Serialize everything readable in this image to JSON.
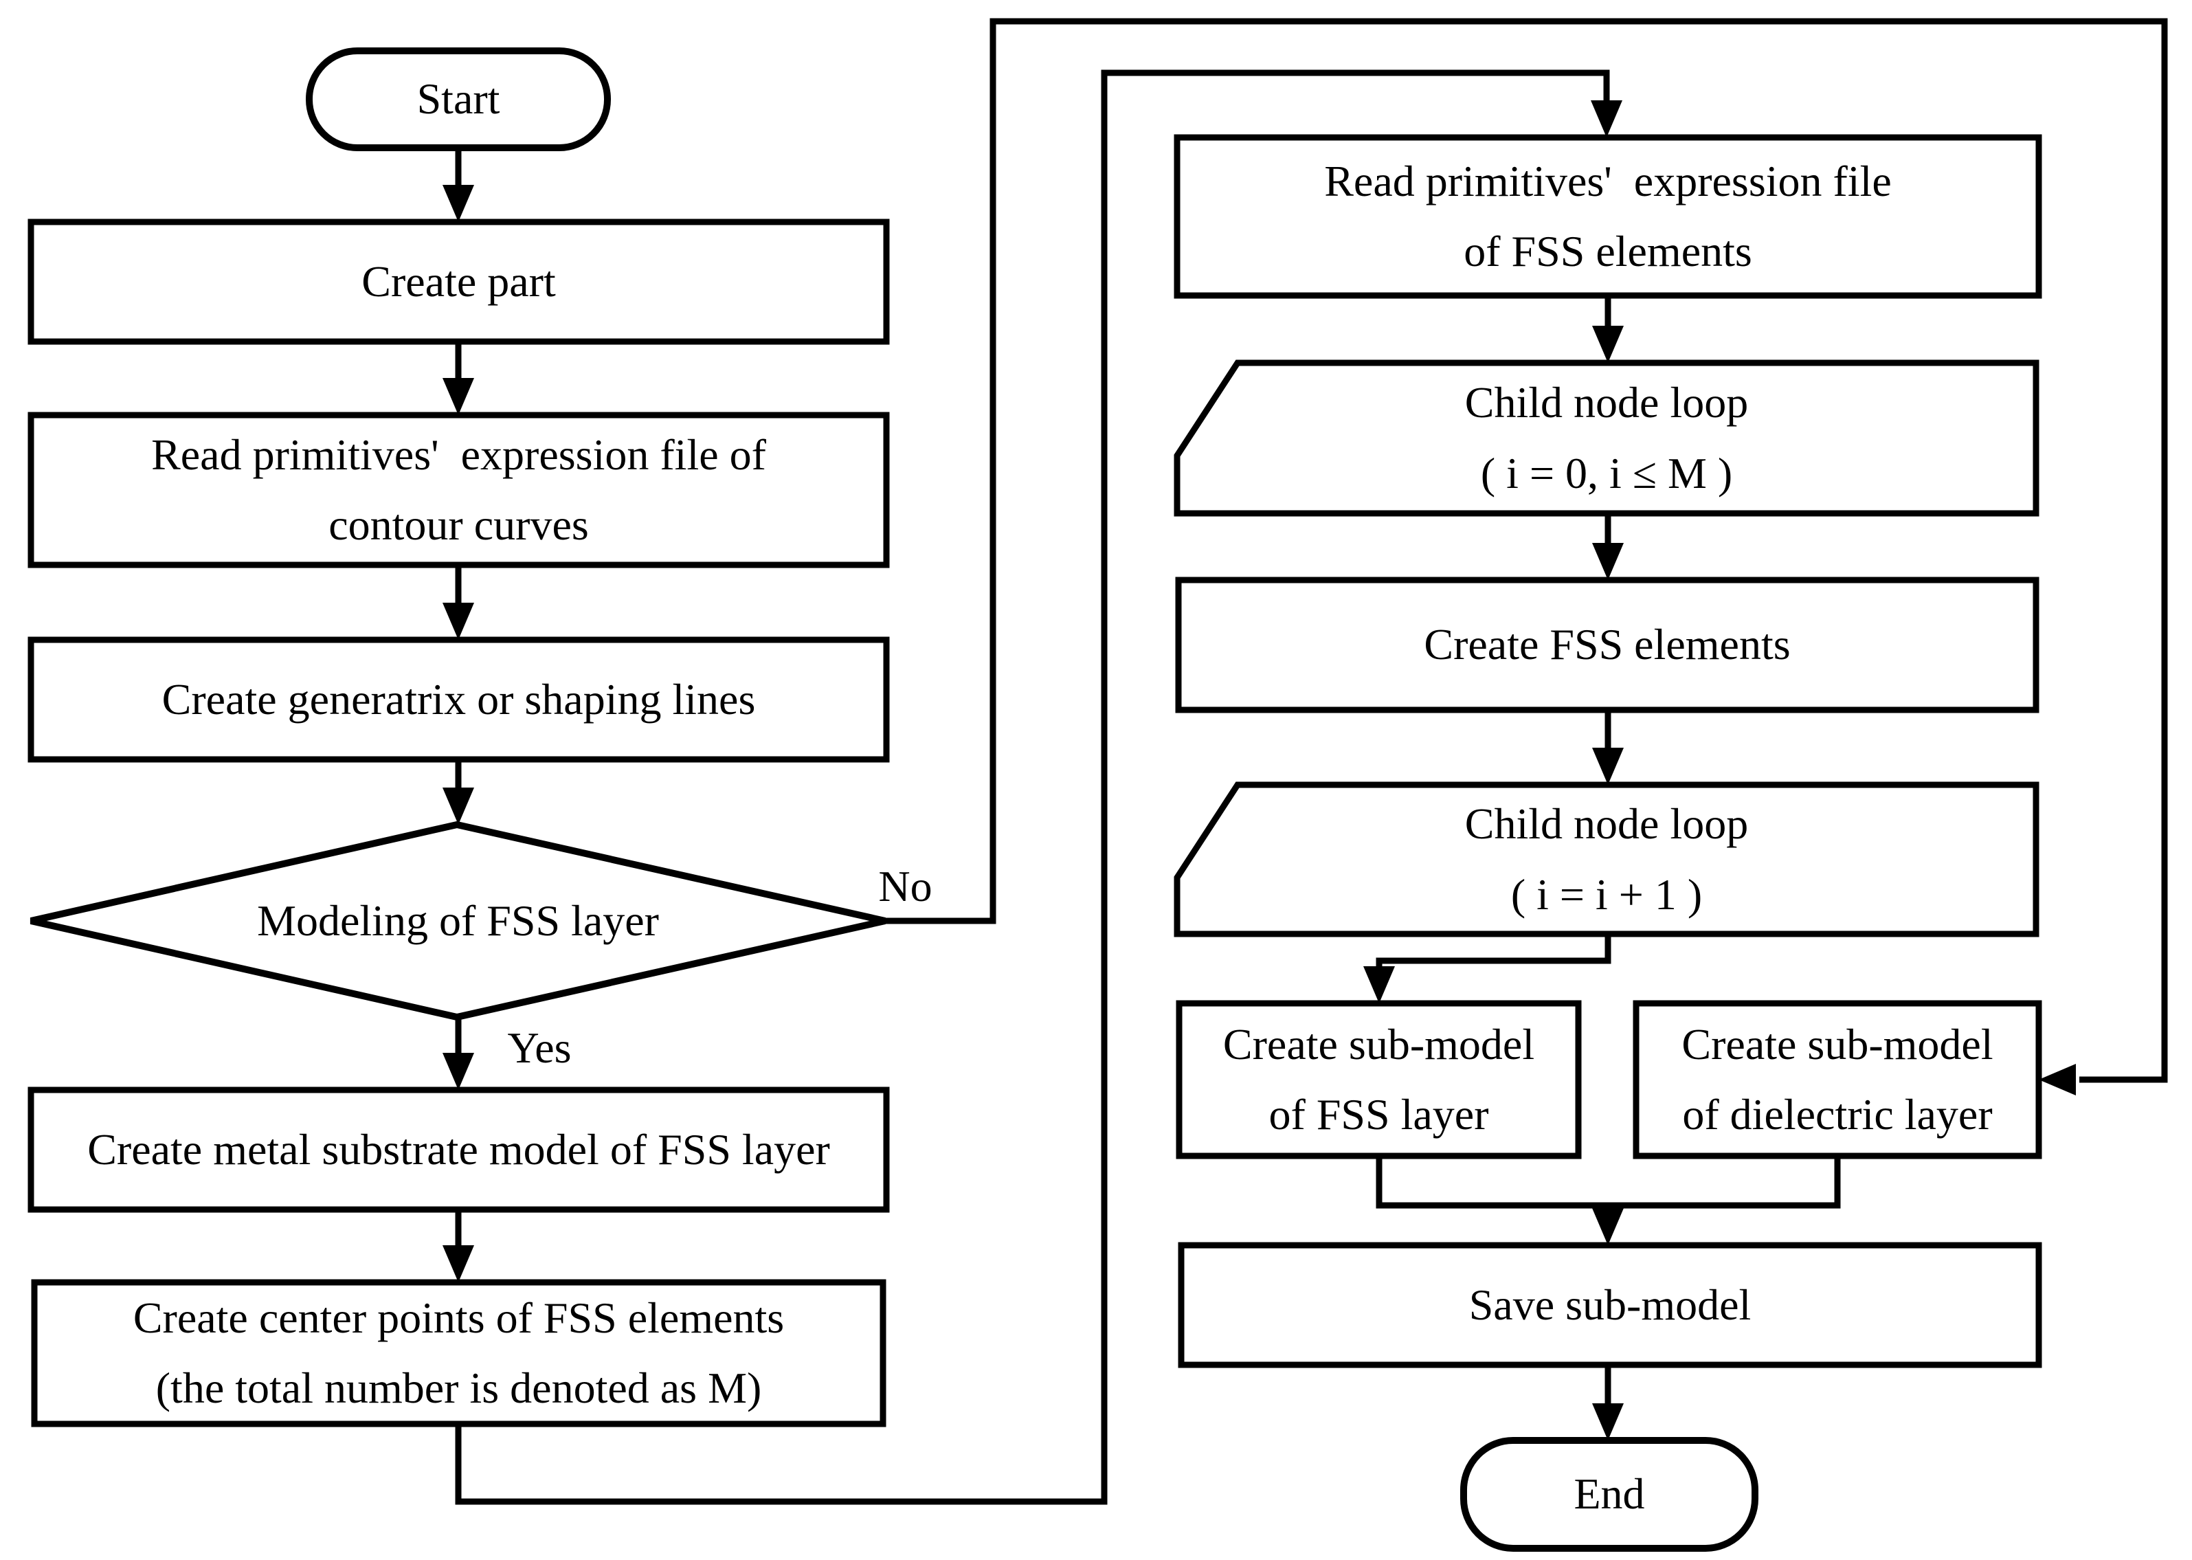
{
  "diagram": {
    "type": "flowchart",
    "colors": {
      "stroke": "#000000",
      "fill": "#ffffff",
      "text": "#000000"
    }
  },
  "nodes": {
    "start": {
      "label": "Start"
    },
    "create_part": {
      "label": "Create part"
    },
    "read_contour": {
      "lines": [
        "Read primitives'  expression file of",
        "contour curves"
      ]
    },
    "create_generatrix": {
      "label": "Create generatrix or shaping lines"
    },
    "modeling_decision": {
      "label": "Modeling of FSS layer"
    },
    "create_metal_substrate": {
      "label": "Create metal substrate model of FSS layer"
    },
    "create_center_points": {
      "lines": [
        "Create center points of FSS elements",
        "(the total number is denoted as M)"
      ]
    },
    "read_fss": {
      "lines": [
        "Read primitives'  expression file",
        "of FSS elements"
      ]
    },
    "child_loop_1": {
      "lines": [
        "Child node loop",
        "( i = 0, i ≤ M )"
      ]
    },
    "create_fss_elements": {
      "label": "Create FSS elements"
    },
    "child_loop_2": {
      "lines": [
        "Child node loop",
        "( i = i + 1 )"
      ]
    },
    "submodel_fss": {
      "lines": [
        "Create sub-model",
        "of FSS layer"
      ]
    },
    "submodel_dielectric": {
      "lines": [
        "Create sub-model",
        "of dielectric layer"
      ]
    },
    "save_submodel": {
      "label": "Save sub-model"
    },
    "end": {
      "label": "End"
    }
  },
  "edge_labels": {
    "yes": "Yes",
    "no": "No"
  }
}
